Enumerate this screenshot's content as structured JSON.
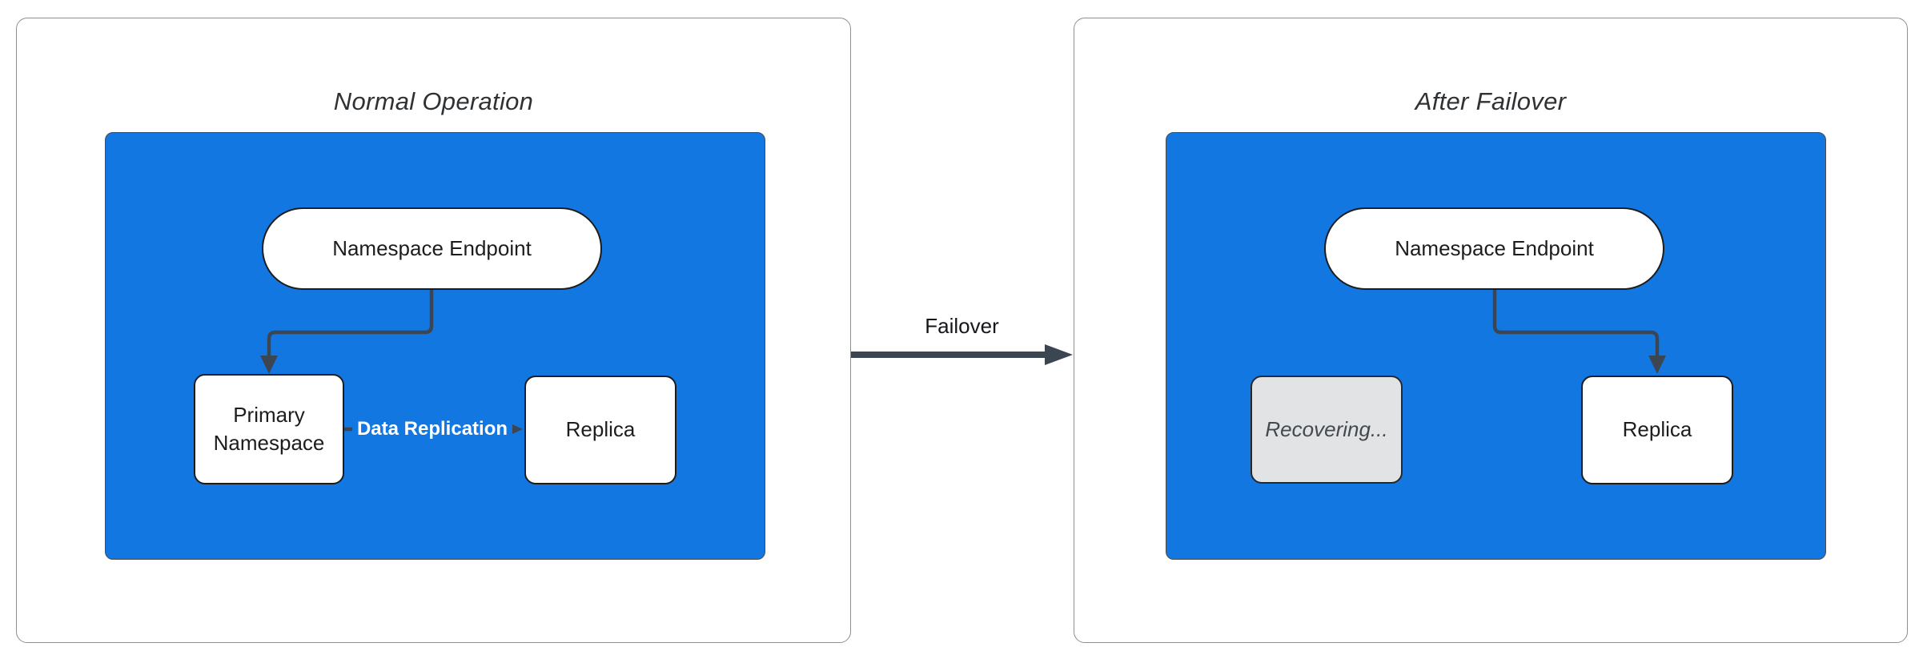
{
  "diagram": {
    "kind": "failover-flow-diagram",
    "colors": {
      "cluster_fill": "#1377E2",
      "edge_stroke": "#3C4552",
      "node_fill": "#ffffff",
      "node_border": "#1c1c1c",
      "recovering_fill": "#e2e3e5",
      "panel_border": "#8f8f8f",
      "edge_label_text": "#ffffff"
    },
    "panels": [
      {
        "title": "Normal Operation",
        "nodes": {
          "endpoint": {
            "label": "Namespace Endpoint",
            "shape": "stadium"
          },
          "primary": {
            "label": "Primary Namespace",
            "shape": "rounded-rect"
          },
          "replica": {
            "label": "Replica",
            "shape": "rounded-rect"
          }
        },
        "edges": {
          "endpoint_to_primary": {
            "label": "",
            "from": "endpoint",
            "to": "primary"
          },
          "replication": {
            "label": "Data Replication",
            "from": "primary",
            "to": "replica"
          }
        }
      },
      {
        "title": "After Failover",
        "nodes": {
          "endpoint": {
            "label": "Namespace Endpoint",
            "shape": "stadium"
          },
          "recovering": {
            "label": "Recovering...",
            "shape": "rounded-rect",
            "state": "disabled"
          },
          "replica": {
            "label": "Replica",
            "shape": "rounded-rect"
          }
        },
        "edges": {
          "endpoint_to_replica": {
            "label": "",
            "from": "endpoint",
            "to": "replica"
          }
        }
      }
    ],
    "transition": {
      "label": "Failover",
      "from": "Normal Operation",
      "to": "After Failover"
    }
  }
}
